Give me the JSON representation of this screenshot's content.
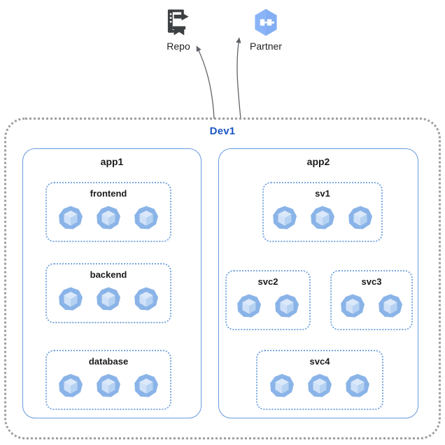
{
  "diagram": {
    "title": "Dev1",
    "external_nodes": [
      {
        "id": "repo",
        "label": "Repo",
        "icon": "repo-icon"
      },
      {
        "id": "partner",
        "label": "Partner",
        "icon": "partner-hexagon-icon"
      }
    ],
    "cluster": {
      "label": "Dev1",
      "label_color": "#1a56c4",
      "border_style": "dotted",
      "border_color": "#9e9e9e"
    },
    "apps": [
      {
        "id": "app1",
        "label": "app1",
        "services": [
          {
            "id": "frontend",
            "label": "frontend",
            "pod_count": 3
          },
          {
            "id": "backend",
            "label": "backend",
            "pod_count": 3
          },
          {
            "id": "database",
            "label": "database",
            "pod_count": 3
          }
        ]
      },
      {
        "id": "app2",
        "label": "app2",
        "services": [
          {
            "id": "sv1",
            "label": "sv1",
            "pod_count": 3
          },
          {
            "id": "svc2",
            "label": "svc2",
            "pod_count": 2
          },
          {
            "id": "svc3",
            "label": "svc3",
            "pod_count": 2
          },
          {
            "id": "svc4",
            "label": "svc4",
            "pod_count": 3
          }
        ]
      }
    ],
    "edges": [
      {
        "from": "frontend",
        "to": "backend",
        "style": "straight"
      },
      {
        "from": "backend",
        "to": "database",
        "style": "straight"
      },
      {
        "from": "sv1",
        "to": "svc2",
        "style": "elbow"
      },
      {
        "from": "sv1",
        "to": "svc3",
        "style": "elbow"
      },
      {
        "from": "svc2",
        "to": "svc4",
        "style": "elbow"
      },
      {
        "from": "Dev1",
        "to": "repo",
        "style": "curve"
      },
      {
        "from": "Dev1",
        "to": "partner",
        "style": "curve"
      }
    ],
    "colors": {
      "cluster_border": "#9e9e9e",
      "app_border": "#6699dd",
      "service_border": "#7aa8e0",
      "pod_fill": "#8ab4e8",
      "pod_cube": "#c5dbf5",
      "arrow": "#6a6a6a",
      "accent_blue": "#1a56c4",
      "hex_icon": "#8ab4f8",
      "repo_icon": "#3c4043"
    }
  }
}
